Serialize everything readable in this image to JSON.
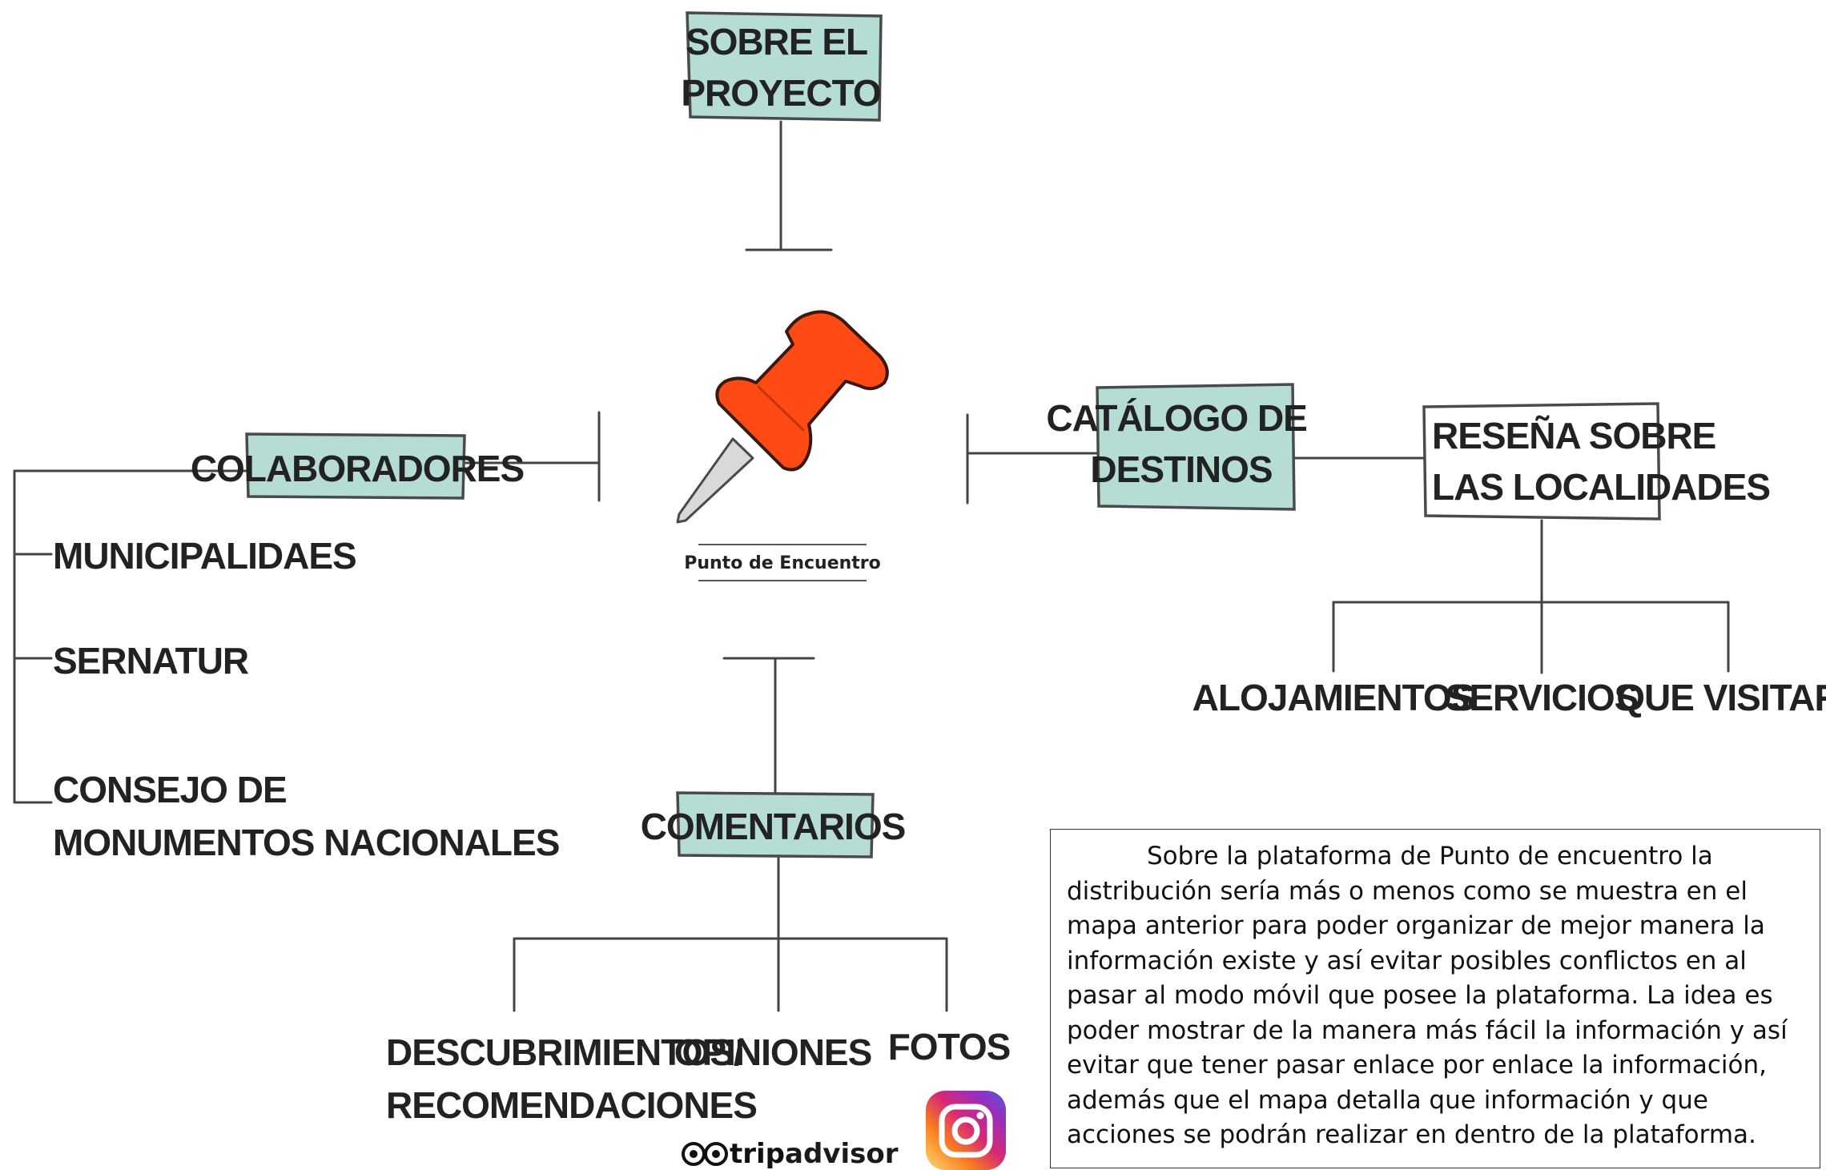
{
  "nodes": {
    "sobre_proyecto": [
      "SOBRE EL",
      "PROYECTO"
    ],
    "colaboradores": "COLABORADORES",
    "catalogo": [
      "CATÁLOGO DE",
      "DESTINOS"
    ],
    "resena": [
      "RESEÑA SOBRE",
      "LAS LOCALIDADES"
    ],
    "comentarios": "COMENTARIOS",
    "center_logo_text": "Punto de Encuentro"
  },
  "colaboradores_children": {
    "municipalidades": "MUNICIPALIDAES",
    "sernatur": "SERNATUR",
    "consejo": [
      "CONSEJO DE",
      "MONUMENTOS NACIONALES"
    ]
  },
  "resena_children": {
    "alojamientos": "ALOJAMIENTOS",
    "servicios": "SERVICIOS",
    "que_visitar": "QUE VISITAR"
  },
  "comentarios_children": {
    "descubrimientos": [
      "DESCUBRIMIENTOS/",
      "RECOMENDACIONES"
    ],
    "opiniones": "OPINIONES",
    "fotos": "FOTOS"
  },
  "logos": {
    "tripadvisor": {
      "prefix": "trip",
      "suffix": "advisor",
      "icon": "owl-eyes-icon"
    },
    "instagram": {
      "icon": "instagram-icon"
    }
  },
  "colors": {
    "box_fill": "#b5ddd6",
    "pin_red": "#ff4a14",
    "pin_dark": "#3a1a10",
    "tripadvisor_green": "#34e0a1"
  },
  "description": "Sobre la plataforma de Punto de encuentro la distribución sería más o menos como se muestra en el mapa anterior para poder organizar de mejor manera la información existe y así evitar posibles conflictos en al pasar al modo móvil que posee la plataforma. La idea es poder mostrar de la manera más fácil la información y así evitar que tener pasar enlace por enlace la información, además que el mapa detalla que información y que acciones se podrán realizar en dentro de la plataforma."
}
